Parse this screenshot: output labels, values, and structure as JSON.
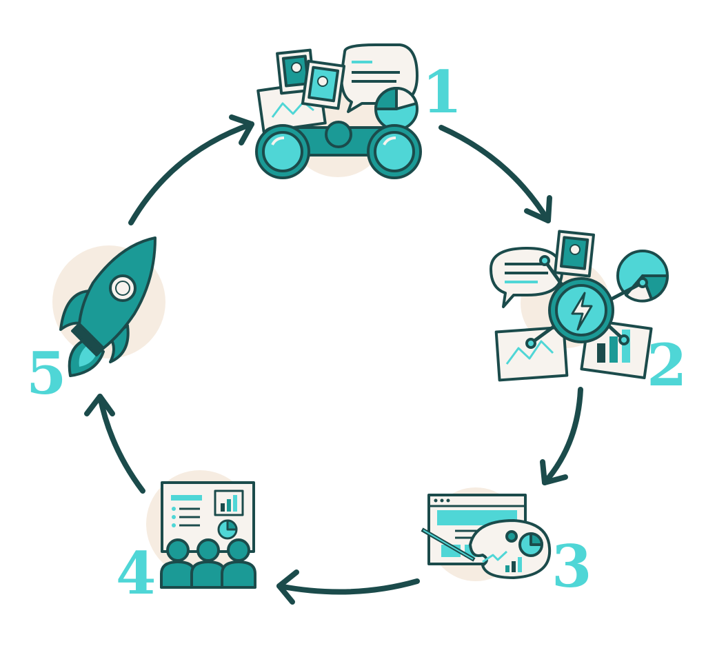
{
  "steps": [
    {
      "number": "1",
      "icon": "binoculars-research-icon"
    },
    {
      "number": "2",
      "icon": "data-analysis-hub-icon"
    },
    {
      "number": "3",
      "icon": "design-palette-screen-icon"
    },
    {
      "number": "4",
      "icon": "presentation-audience-icon"
    },
    {
      "number": "5",
      "icon": "rocket-launch-icon"
    }
  ],
  "colors": {
    "teal_dark": "#1b9a96",
    "teal_light": "#4fd6d6",
    "outline": "#1b4b4b",
    "beige": "#f6ece1",
    "paper": "#f7f3ee",
    "arrow": "#1b4b4b"
  }
}
